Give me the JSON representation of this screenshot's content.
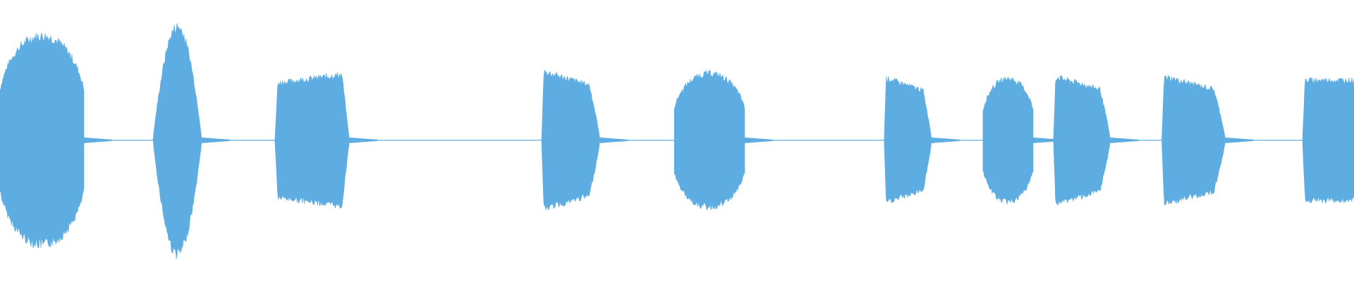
{
  "waveform": {
    "color": "#5dade2",
    "background": "#ffffff",
    "segments": [
      {
        "start": 0.0,
        "end": 0.062,
        "amplitude": 0.78,
        "shape": "dome"
      },
      {
        "start": 0.113,
        "end": 0.149,
        "amplitude": 0.85,
        "shape": "lens"
      },
      {
        "start": 0.203,
        "end": 0.258,
        "amplitude": 0.5,
        "shape": "ramp-up"
      },
      {
        "start": 0.4,
        "end": 0.443,
        "amplitude": 0.52,
        "shape": "front-heavy"
      },
      {
        "start": 0.498,
        "end": 0.55,
        "amplitude": 0.5,
        "shape": "dome"
      },
      {
        "start": 0.653,
        "end": 0.688,
        "amplitude": 0.47,
        "shape": "front-heavy"
      },
      {
        "start": 0.726,
        "end": 0.763,
        "amplitude": 0.46,
        "shape": "dome"
      },
      {
        "start": 0.778,
        "end": 0.82,
        "amplitude": 0.48,
        "shape": "front-heavy"
      },
      {
        "start": 0.858,
        "end": 0.905,
        "amplitude": 0.48,
        "shape": "front-heavy"
      },
      {
        "start": 0.962,
        "end": 1.0,
        "amplitude": 0.45,
        "shape": "flat"
      }
    ]
  }
}
